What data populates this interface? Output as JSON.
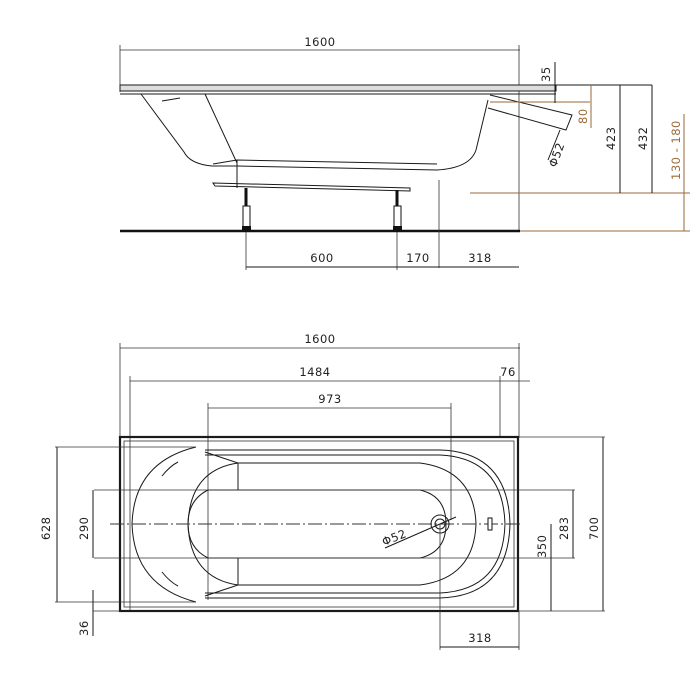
{
  "colors": {
    "line": "#1a1a1a",
    "accent_dimension": "#9a6a3a",
    "background": "#ffffff"
  },
  "side_view": {
    "overall_length": "1600",
    "rim_thickness": "35",
    "overflow_height": "80",
    "inner_depth": "423",
    "outer_height": "432",
    "leg_height_range": "130 - 180",
    "drain_diameter": "Φ52",
    "leg_spacing": "600",
    "leg_to_drain": "170",
    "drain_to_end": "318"
  },
  "top_view": {
    "overall_length": "1600",
    "inner_length": "1484",
    "bottom_length": "973",
    "rim_end_width": "76",
    "inner_width": "628",
    "bottom_width": "290",
    "rim_side_width": "36",
    "overall_width": "700",
    "drain_center_offset": "350",
    "foot_width": "283",
    "drain_diameter": "Φ52",
    "drain_to_end": "318"
  }
}
